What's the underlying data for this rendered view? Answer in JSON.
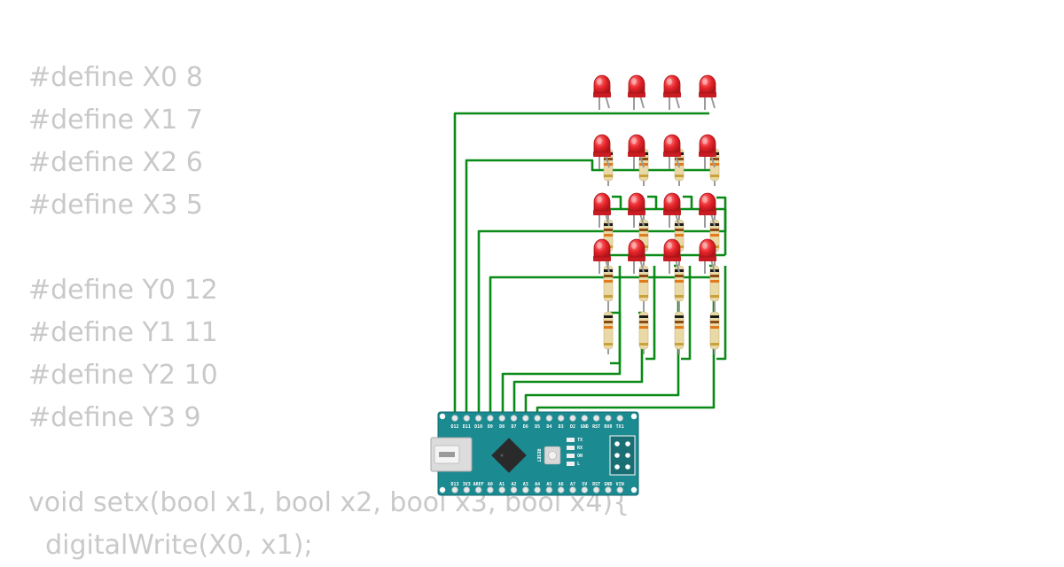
{
  "code_lines": [
    "#define X0 8",
    "#define X1 7",
    "#define X2 6",
    "#define X3 5",
    "",
    "#define Y0 12",
    "#define Y1 11",
    "#define Y2 10",
    "#define Y3 9",
    "",
    "void setx(bool x1, bool x2, bool x3, bool x4){",
    "  digitalWrite(X0, x1);"
  ],
  "board": {
    "top_pins": [
      "D12",
      "D11",
      "D10",
      "D9",
      "D8",
      "D7",
      "D6",
      "D5",
      "D4",
      "D3",
      "D2",
      "GND",
      "RST",
      "RX0",
      "TX1"
    ],
    "bottom_pins": [
      "D13",
      "3V3",
      "AREF",
      "A0",
      "A1",
      "A2",
      "A3",
      "A4",
      "A5",
      "A6",
      "A7",
      "5V",
      "RST",
      "GND",
      "VIN"
    ],
    "reset_label": "RESET",
    "led_labels": [
      "TX",
      "RX",
      "ON",
      "L"
    ]
  },
  "colors": {
    "wire": "#0a8a16",
    "board": "#1c8a91",
    "led": "#e8262c",
    "code_text": "#c9c9c9"
  }
}
